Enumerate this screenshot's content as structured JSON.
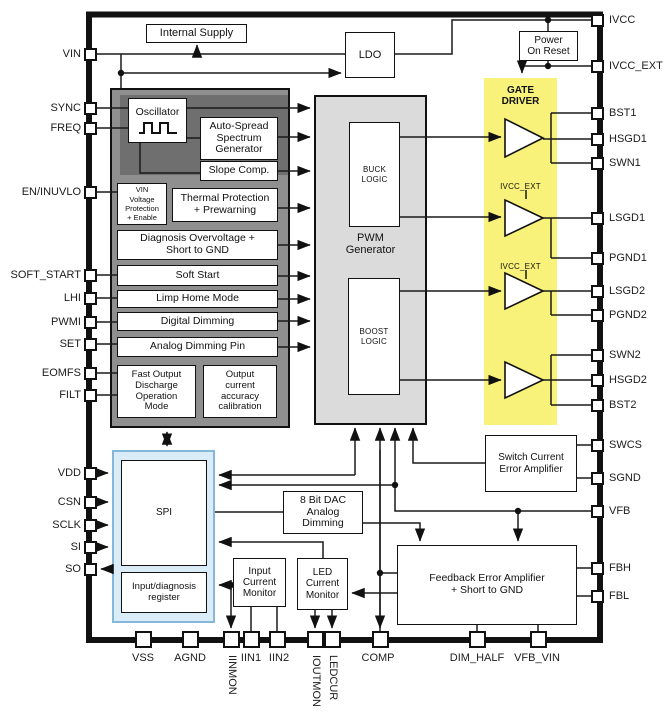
{
  "blocks": {
    "internal_supply": "Internal Supply",
    "ldo": "LDO",
    "power_on_reset": "Power\nOn Reset",
    "oscillator": "Oscillator",
    "auto_spread": "Auto-Spread\nSpectrum\nGenerator",
    "slope_comp": "Slope Comp.",
    "vin_protection": "VIN\nVoltage\nProtection\n+ Enable",
    "thermal_protection": "Thermal Protection\n+ Prewarning",
    "diagnosis": "Diagnosis Overvoltage +\nShort to GND",
    "soft_start": "Soft Start",
    "limp_home": "Limp Home Mode",
    "digital_dimming": "Digital Dimming",
    "analog_dimming": "Analog Dimming Pin",
    "fast_output": "Fast Output\nDischarge\nOperation\nMode",
    "output_accuracy": "Output\ncurrent\naccuracy\ncalibration",
    "pwm_generator": "PWM\nGenerator",
    "buck_logic": "BUCK\nLOGIC",
    "boost_logic": "BOOST\nLOGIC",
    "gate_driver": "GATE\nDRIVER",
    "ivcc_ext_1": "IVCC_EXT",
    "ivcc_ext_2": "IVCC_EXT",
    "switch_current_amp": "Switch Current\nError Amplifier",
    "feedback_amp": "Feedback Error Amplifier\n+ Short to GND",
    "dac": "8 Bit DAC\nAnalog\nDimming",
    "input_current_monitor": "Input\nCurrent\nMonitor",
    "led_current_monitor": "LED\nCurrent\nMonitor",
    "spi": "SPI",
    "input_diag_register": "Input/diagnosis\nregister"
  },
  "pins": {
    "left": [
      "VIN",
      "SYNC",
      "FREQ",
      "EN/INUVLO",
      "SOFT_START",
      "LHI",
      "PWMI",
      "SET",
      "EOMFS",
      "FILT",
      "VDD",
      "CSN",
      "SCLK",
      "SI",
      "SO"
    ],
    "right": [
      "IVCC",
      "IVCC_EXT",
      "BST1",
      "HSGD1",
      "SWN1",
      "LSGD1",
      "PGND1",
      "LSGD2",
      "PGND2",
      "SWN2",
      "HSGD2",
      "BST2",
      "SWCS",
      "SGND",
      "VFB",
      "FBH",
      "FBL"
    ],
    "bottom": [
      "VSS",
      "AGND",
      "IINMON",
      "IIN1",
      "IIN2",
      "IOUTMON",
      "LEDCUR",
      "COMP",
      "DIM_HALF",
      "VFB_VIN"
    ]
  },
  "colors": {
    "gate_driver_fill": "#f8f27b",
    "control_panel_fill": "#8f8f8f",
    "control_panel_inner_fill": "#6f6f6f",
    "pwm_fill": "#dbdbdb",
    "spi_fill": "#d9ecf8",
    "spi_border": "#85b8d8",
    "line": "#111111"
  }
}
